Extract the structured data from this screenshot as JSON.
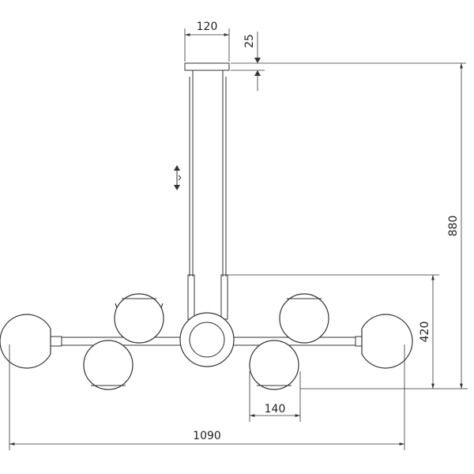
{
  "dimensions": {
    "canopy_width": "120",
    "canopy_height": "25",
    "total_height": "880",
    "fixture_height": "420",
    "shade_diameter": "140",
    "total_width": "1090"
  },
  "icons": {
    "adjustable_length": "height-adjust-icon"
  },
  "colors": {
    "line": "#333333",
    "background": "#ffffff"
  }
}
